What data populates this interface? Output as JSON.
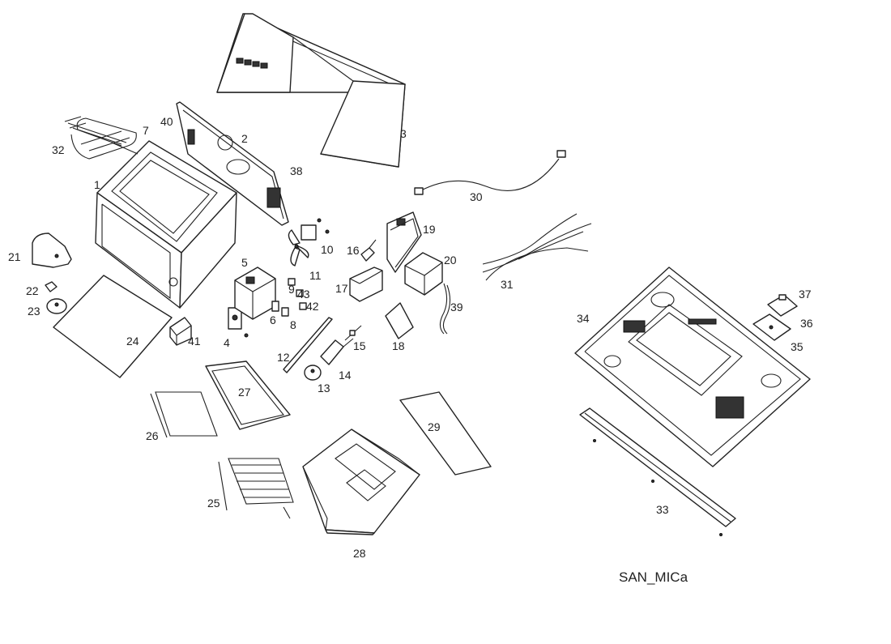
{
  "diagram": {
    "model": "SAN_MICa",
    "part_numbers": [
      "1",
      "2",
      "3",
      "4",
      "5",
      "6",
      "7",
      "8",
      "9",
      "10",
      "11",
      "12",
      "13",
      "14",
      "15",
      "16",
      "17",
      "18",
      "19",
      "20",
      "21",
      "22",
      "23",
      "24",
      "25",
      "26",
      "27",
      "28",
      "29",
      "30",
      "31",
      "32",
      "33",
      "34",
      "35",
      "36",
      "37",
      "38",
      "39",
      "40",
      "41",
      "42",
      "43"
    ]
  }
}
